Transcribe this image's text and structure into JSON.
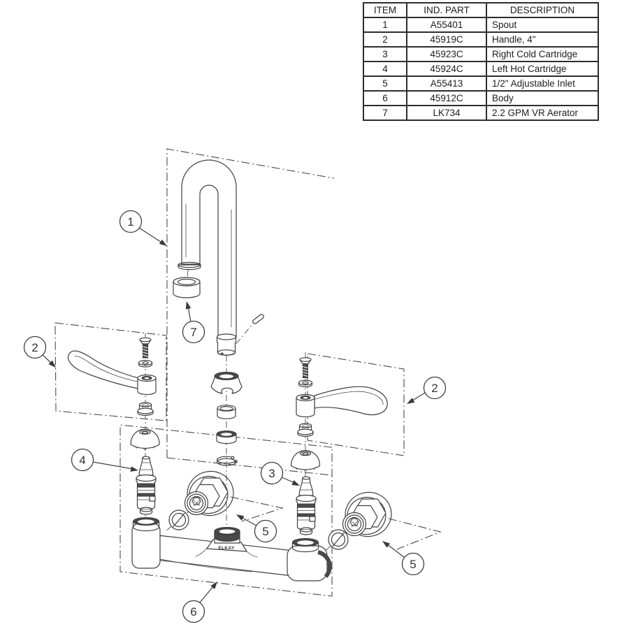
{
  "parts_table": {
    "headers": [
      "ITEM",
      "IND. PART",
      "DESCRIPTION"
    ],
    "rows": [
      {
        "item": "1",
        "part": "A55401",
        "description": "Spout"
      },
      {
        "item": "2",
        "part": "45919C",
        "description": "Handle, 4\""
      },
      {
        "item": "3",
        "part": "45923C",
        "description": "Right Cold Cartridge"
      },
      {
        "item": "4",
        "part": "45924C",
        "description": "Left Hot Cartridge"
      },
      {
        "item": "5",
        "part": "A55413",
        "description": "1/2\" Adjustable Inlet"
      },
      {
        "item": "6",
        "part": "45912C",
        "description": "Body"
      },
      {
        "item": "7",
        "part": "LK734",
        "description": "2.2 GPM VR Aerator"
      }
    ]
  },
  "diagram": {
    "brand_label": "ELKAY",
    "line_color": "#3f3f3f",
    "callouts": [
      {
        "label": "1",
        "target": "Spout"
      },
      {
        "label": "7",
        "target": "Aerator"
      },
      {
        "label": "2",
        "target": "Left Handle"
      },
      {
        "label": "2",
        "target": "Right Handle"
      },
      {
        "label": "4",
        "target": "Left Hot Cartridge"
      },
      {
        "label": "3",
        "target": "Right Cold Cartridge"
      },
      {
        "label": "5",
        "target": "Adjustable Inlet (center)"
      },
      {
        "label": "5",
        "target": "Adjustable Inlet (right)"
      },
      {
        "label": "6",
        "target": "Body"
      }
    ]
  }
}
